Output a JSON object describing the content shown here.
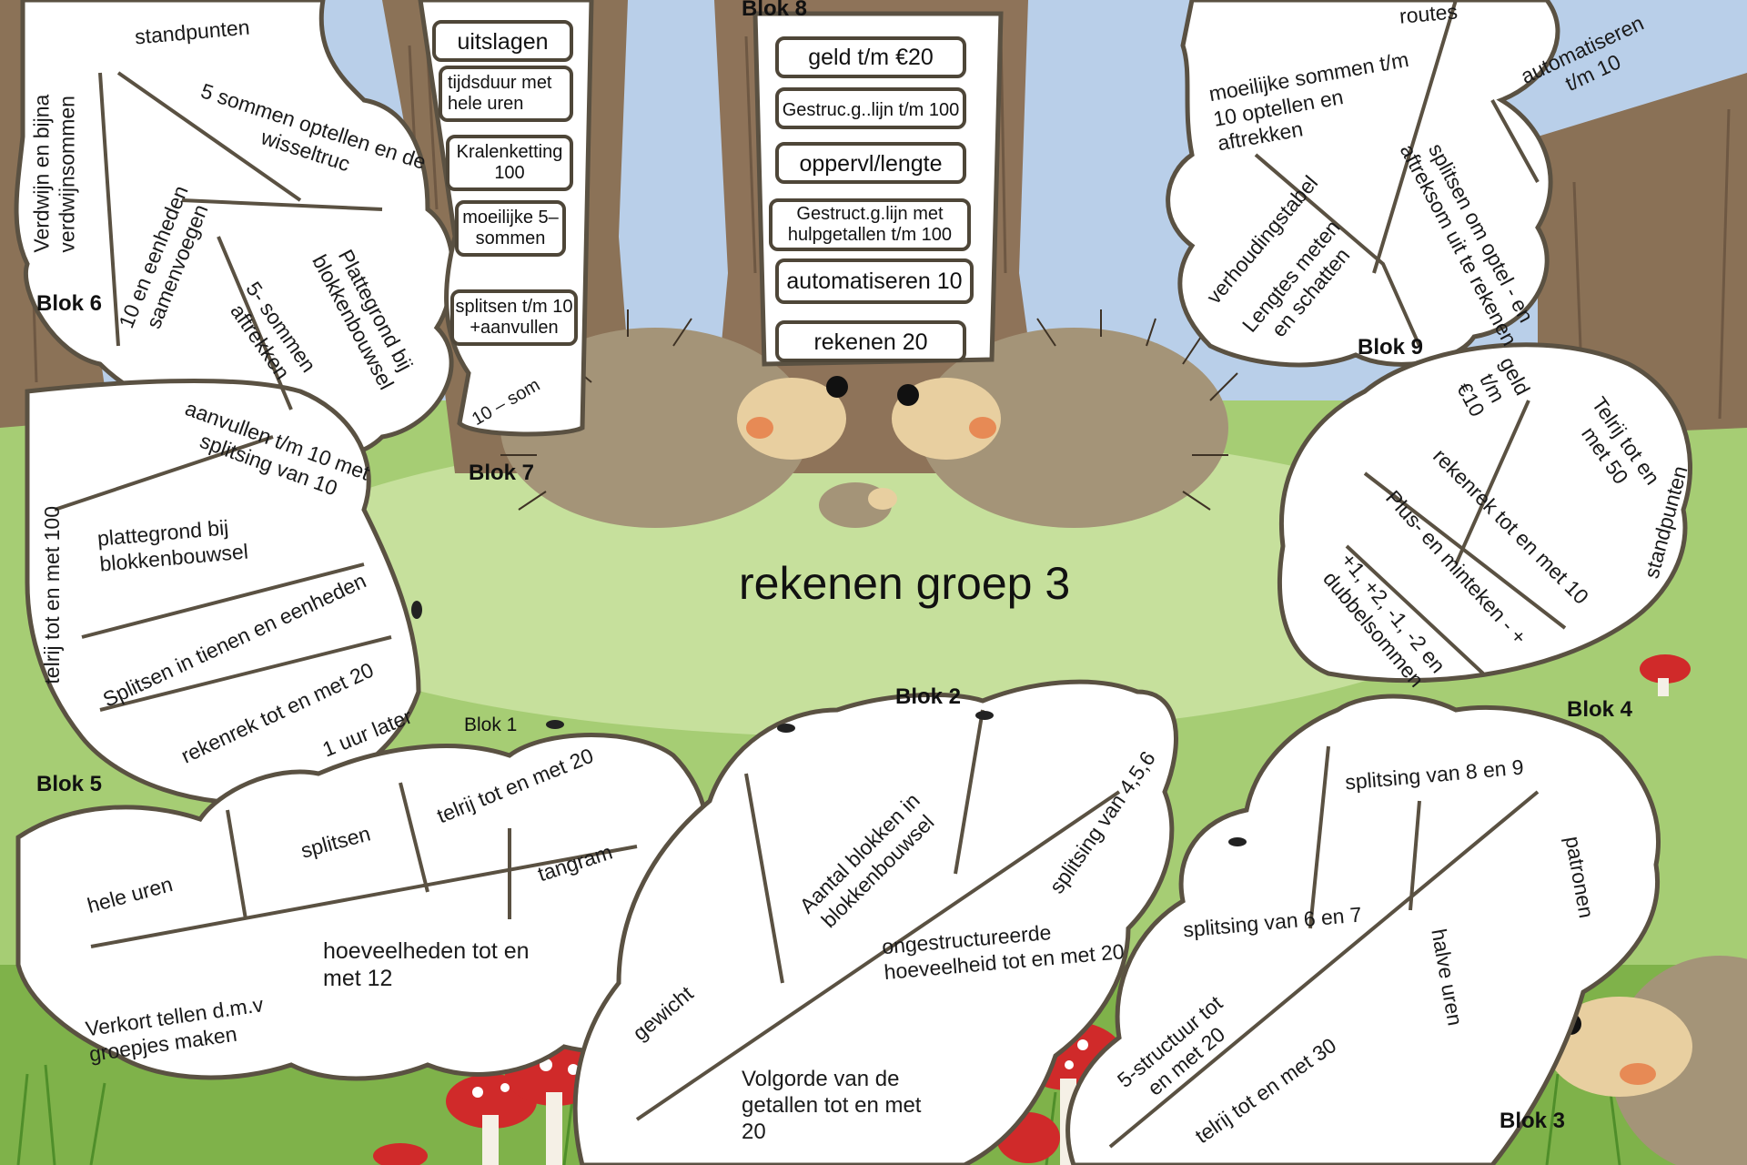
{
  "title": "rekenen groep 3",
  "blocks": {
    "b1": "Blok 1",
    "b2": "Blok 2",
    "b3": "Blok 3",
    "b4": "Blok 4",
    "b5": "Blok 5",
    "b6": "Blok 6",
    "b7": "Blok 7",
    "b8": "Blok 8",
    "b9": "Blok 9"
  },
  "blok6": {
    "standpunten": "standpunten",
    "verdwijn": "Verdwijn en bijna verdwijnsommen",
    "vijf_optellen": "5 sommen optellen  en de wisseltruc",
    "tien_eenheden": "10 en eenheden samenvoegen",
    "vijf_aftrekken": "5- sommen aftrekken",
    "plattegrond": "Plattegrond bij blokkenbouwsel"
  },
  "blok7": {
    "uitslagen": "uitslagen",
    "tijdsduur": "tijdsduur met hele uren",
    "kralenketting": "Kralenketting 100",
    "moeilijke": "moeilijke 5–sommen",
    "splitsen": "splitsen t/m 10  +aanvullen",
    "som": "10 – som"
  },
  "blok8": {
    "geld": "geld t/m €20",
    "gestruc": "Gestruc.g..lijn  t/m 100",
    "oppervl": "oppervl/lengte",
    "gestruct_hulp": "Gestruct.g.lijn met hulpgetallen  t/m 100",
    "automatiseren": "automatiseren 10",
    "rekenen20": "rekenen 20"
  },
  "blok9": {
    "routes": "routes",
    "moeilijke": "moeilijke sommen t/m 10 optellen en aftrekken",
    "automatiseren": "automatiseren t/m 10",
    "verhoudingstabel": "verhoudingstabel",
    "lengtes": "Lengtes meten en schatten",
    "splitsen_om": "splitsen om optel - en aftreksom uit te rekenen"
  },
  "blok5": {
    "aanvullen": "aanvullen t/m 10 met splitsing van 10",
    "plattegrond": "plattegrond bij blokkenbouwsel",
    "telrij100": "telrij tot en met 100",
    "splitsen_tienen": "Splitsen in tienen en eenheden",
    "rekenrek20": "rekenrek tot en met 20"
  },
  "blok4": {
    "geld10": "geld t/m €10",
    "telrij50": "Telrij tot en met 50",
    "rekenrek10": "rekenrek tot en met 10",
    "plusmin": "Plus- en minteken - +",
    "dubbelsommen": "+1, +2, -1, -2 en dubbelsommen",
    "standpunten": "standpunten"
  },
  "blok1": {
    "uur_later": "1 uur later",
    "telrij20": "telrij tot en met 20",
    "splitsen": "splitsen",
    "tangram": "tangram",
    "hele_uren": "hele uren",
    "hoeveelheden": "hoeveelheden tot en met 12",
    "verkort": "Verkort tellen d.m.v groepjes maken"
  },
  "blok2": {
    "aantal": "Aantal blokken in blokkenbouwsel",
    "splitsing456": "splitsing van 4,5,6",
    "ongestructureerde": "ongestructureerde hoeveelheid tot en met 20",
    "gewicht": "gewicht",
    "volgorde": "Volgorde van de getallen tot en met 20"
  },
  "blok3": {
    "splitsing89": "splitsing van 8 en 9",
    "patronen": "patronen",
    "splitsing67": "splitsing van 6 en 7",
    "halve_uren": "halve uren",
    "vijf_structuur": "5-structuur tot en met 20",
    "telrij30": "telrij tot en met 30"
  },
  "colors": {
    "sky": "#b8cde8",
    "grass": "#a9cf78",
    "trunk": "#8c7358",
    "leaf_fill": "#ffffff",
    "leaf_stroke": "#5a5142",
    "mushroom": "#d02a2a"
  }
}
